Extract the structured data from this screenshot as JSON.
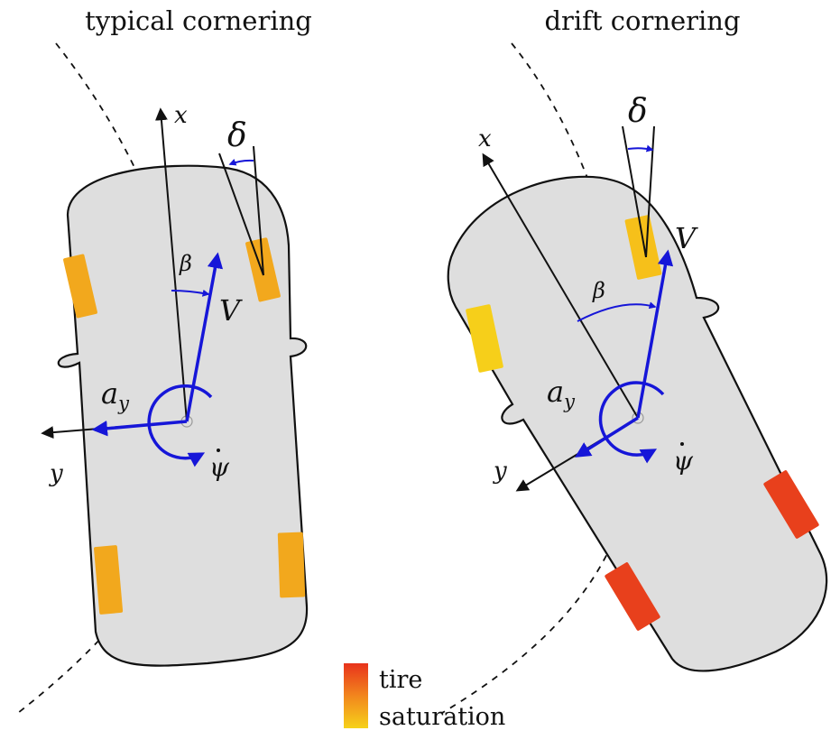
{
  "panels": [
    {
      "title": "typical cornering",
      "labels": {
        "x": "x",
        "y": "y",
        "delta": "δ",
        "beta": "β",
        "V": "V",
        "ay_main": "a",
        "ay_sub": "y",
        "psi": "ψ"
      }
    },
    {
      "title": "drift cornering",
      "labels": {
        "x": "x",
        "y": "y",
        "delta": "δ",
        "beta": "β",
        "V": "V",
        "ay_main": "a",
        "ay_sub": "y",
        "psi": "ψ"
      }
    }
  ],
  "legend": {
    "line1": "tire",
    "line2": "saturation"
  },
  "colors": {
    "vector": "#1616d8",
    "body": "#dedede",
    "tire_low": "#f6cf1a",
    "tire_mid": "#f2a81d",
    "tire_high": "#e8331c"
  }
}
